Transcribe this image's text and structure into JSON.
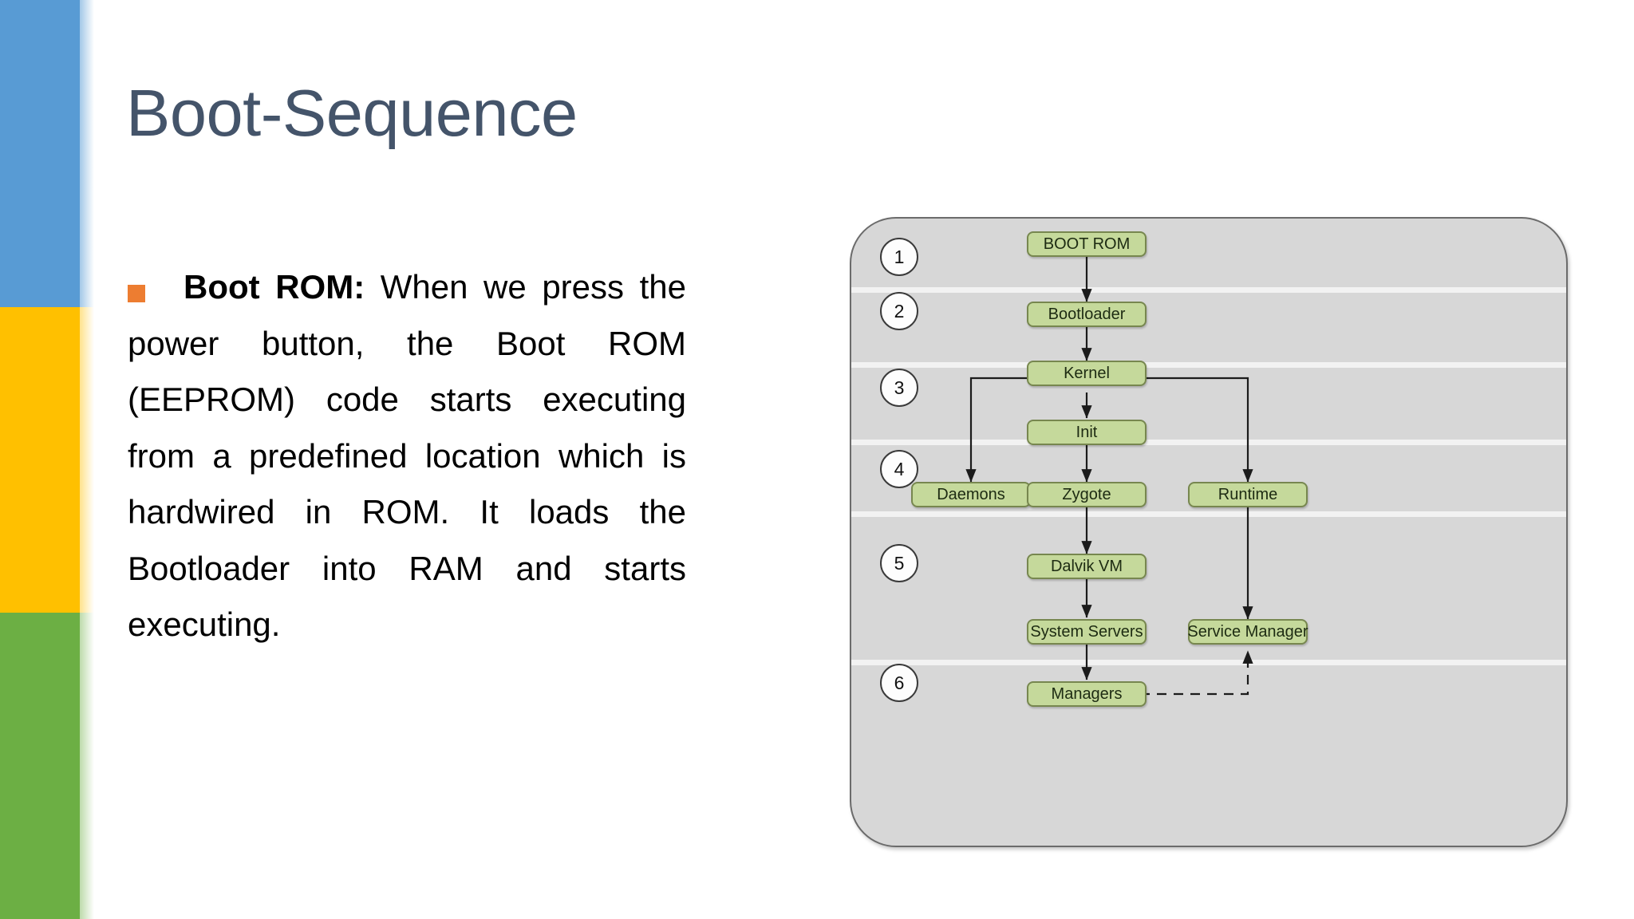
{
  "slide": {
    "title": "Boot-Sequence",
    "bullet": {
      "marker": "orange-square-bullet",
      "lead": "Boot ROM:",
      "body": " When we press the power button, the Boot ROM (EEPROM) code starts executing from a predefined location which is hardwired in ROM. It loads the Bootloader into RAM and starts executing."
    }
  },
  "colors": {
    "band_blue": "#589BD4",
    "band_yellow": "#FFC000",
    "band_green": "#6CAF44",
    "title": "#44546A",
    "bullet_marker": "#ED7D31",
    "panel_fill": "#d7d7d7",
    "node_fill": "#c5d99b",
    "node_border": "#77874f"
  },
  "diagram": {
    "steps": [
      {
        "label": "1"
      },
      {
        "label": "2"
      },
      {
        "label": "3"
      },
      {
        "label": "4"
      },
      {
        "label": "5"
      },
      {
        "label": "6"
      }
    ],
    "nodes": [
      {
        "id": "boot-rom",
        "label": "BOOT ROM"
      },
      {
        "id": "bootloader",
        "label": "Bootloader"
      },
      {
        "id": "kernel",
        "label": "Kernel"
      },
      {
        "id": "init",
        "label": "Init"
      },
      {
        "id": "daemons",
        "label": "Daemons"
      },
      {
        "id": "zygote",
        "label": "Zygote"
      },
      {
        "id": "runtime",
        "label": "Runtime"
      },
      {
        "id": "dalvik-vm",
        "label": "Dalvik VM"
      },
      {
        "id": "system-servers",
        "label": "System Servers"
      },
      {
        "id": "service-manager",
        "label": "Service Manager"
      },
      {
        "id": "managers",
        "label": "Managers"
      }
    ],
    "edges": [
      {
        "from": "boot-rom",
        "to": "bootloader",
        "style": "solid"
      },
      {
        "from": "bootloader",
        "to": "kernel",
        "style": "solid"
      },
      {
        "from": "kernel",
        "to": "daemons",
        "style": "solid"
      },
      {
        "from": "kernel",
        "to": "init",
        "style": "solid"
      },
      {
        "from": "kernel",
        "to": "runtime",
        "style": "solid"
      },
      {
        "from": "init",
        "to": "zygote",
        "style": "solid"
      },
      {
        "from": "zygote",
        "to": "dalvik-vm",
        "style": "solid"
      },
      {
        "from": "runtime",
        "to": "service-manager",
        "style": "solid"
      },
      {
        "from": "dalvik-vm",
        "to": "system-servers",
        "style": "solid"
      },
      {
        "from": "system-servers",
        "to": "managers",
        "style": "solid"
      },
      {
        "from": "managers",
        "to": "service-manager",
        "style": "dashed"
      }
    ]
  }
}
